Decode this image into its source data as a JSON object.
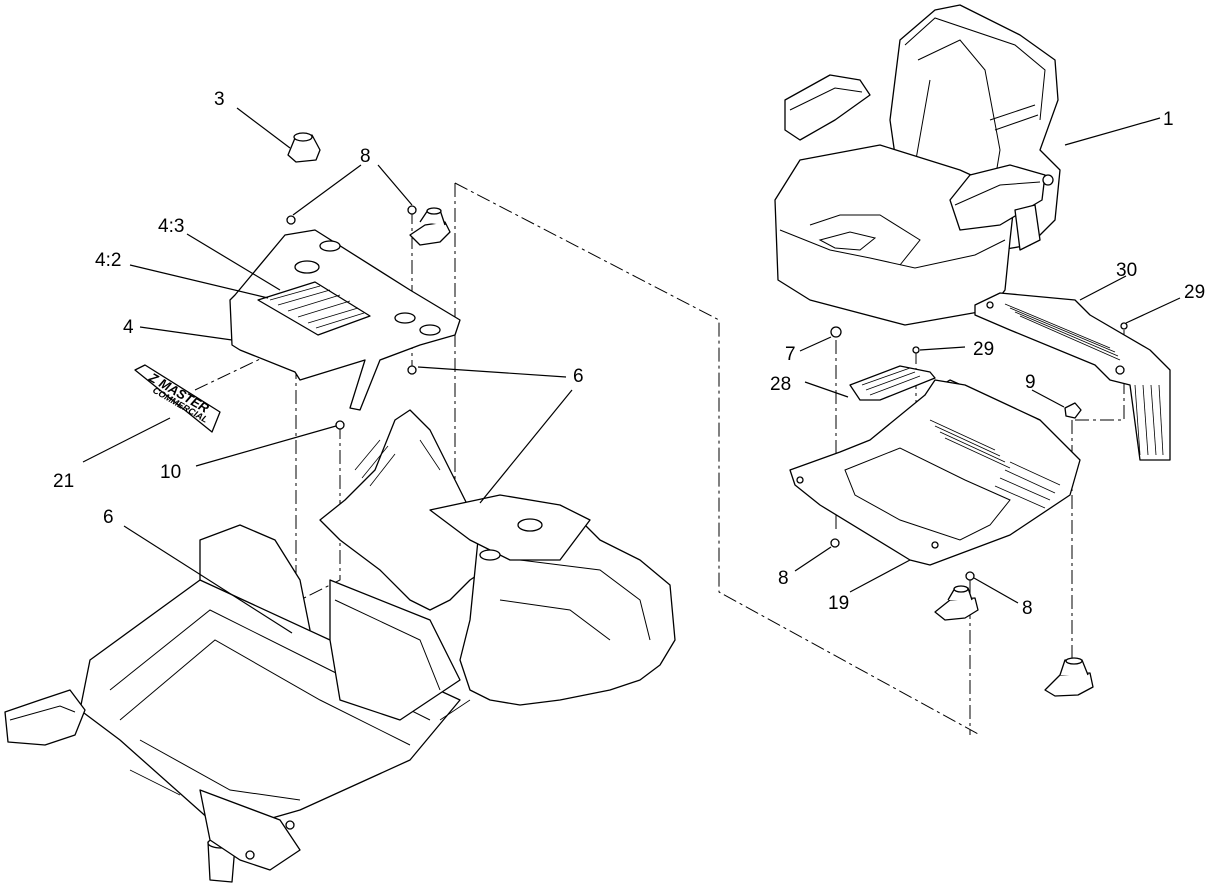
{
  "figure": {
    "callouts": {
      "c1": "1",
      "c3": "3",
      "c4": "4",
      "c4_2": "4:2",
      "c4_3": "4:3",
      "c6a": "6",
      "c6b": "6",
      "c7": "7",
      "c8a": "8",
      "c8b": "8",
      "c8c": "8",
      "c9": "9",
      "c10": "10",
      "c19": "19",
      "c21": "21",
      "c28": "28",
      "c29a": "29",
      "c29b": "29",
      "c30": "30"
    },
    "decal_text": {
      "line1": "Z MASTER",
      "line2": "COMMERCIAL"
    }
  }
}
